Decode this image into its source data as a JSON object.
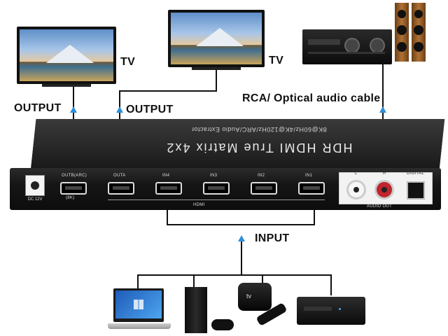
{
  "labels": {
    "tv_left": "TV",
    "tv_right": "TV",
    "output_left": "OUTPUT",
    "output_mid": "OUTPUT",
    "audio_cable": "RCA/ Optical audio cable",
    "input": "INPUT"
  },
  "device": {
    "title": "HDR HDMI True Matrix 4x2",
    "subtitle": "8K@60Hz/4K@120Hz/ARC/Audio Extractor",
    "dc_label": "DC 12V",
    "hdmi_group_label": "HDMI",
    "ports": [
      {
        "label": "OUTB(ARC)",
        "sub": "(8K)"
      },
      {
        "label": "OUTA",
        "sub": ""
      },
      {
        "label": "IN4",
        "sub": ""
      },
      {
        "label": "IN3",
        "sub": ""
      },
      {
        "label": "IN2",
        "sub": ""
      },
      {
        "label": "IN1",
        "sub": ""
      }
    ],
    "audio": {
      "l_label": "L",
      "r_label": "R",
      "digital_label": "DIGITAL",
      "out_label": "AUDIO OUT"
    }
  },
  "colors": {
    "arrow": "#2f8fd8",
    "device_body": "#151515",
    "rca_red": "#c0242c"
  },
  "icons": [
    "laptop-icon",
    "game-console-icon",
    "apple-tv-icon",
    "media-player-icon",
    "speaker-icon",
    "receiver-icon"
  ]
}
